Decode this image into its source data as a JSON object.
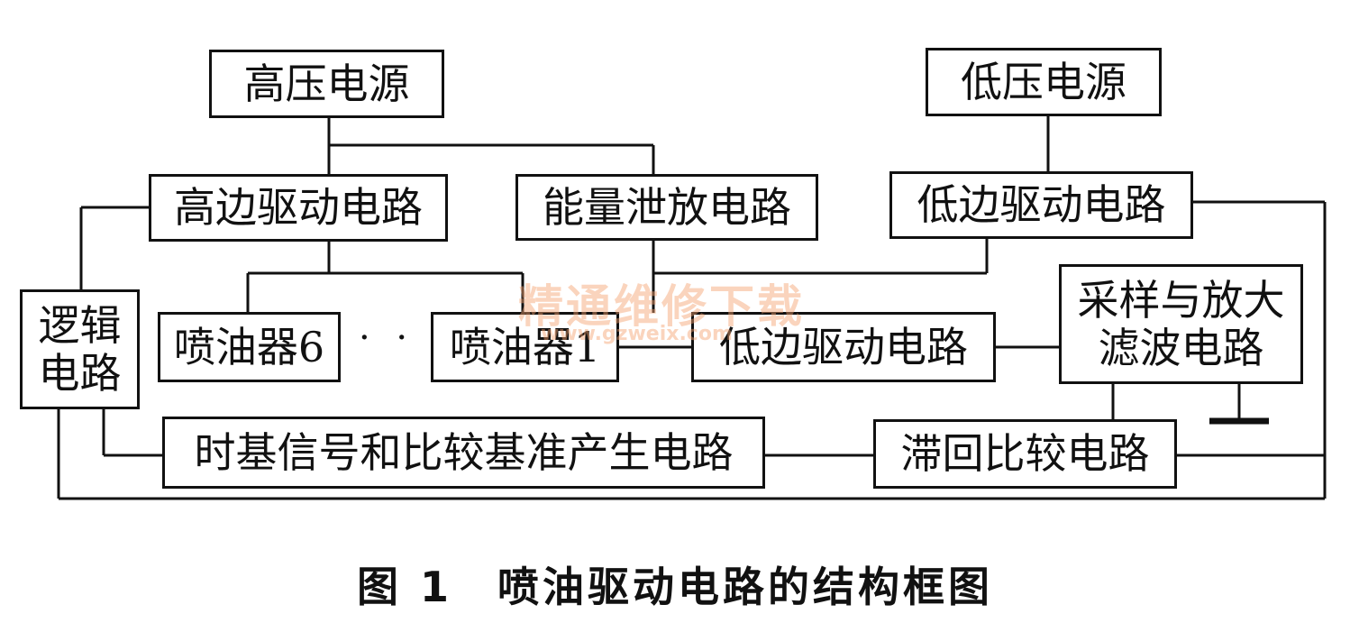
{
  "diagram": {
    "blocks": {
      "high_voltage_power": "高压电源",
      "low_voltage_power": "低压电源",
      "high_side_driver": "高边驱动电路",
      "energy_discharge": "能量泄放电路",
      "low_side_driver_top": "低边驱动电路",
      "logic_line1": "逻辑",
      "logic_line2": "电路",
      "injector_6": "喷油器6",
      "injector_1": "喷油器1",
      "low_side_driver_mid": "低边驱动电路",
      "sampling_line1": "采样与放大",
      "sampling_line2": "滤波电路",
      "timebase": "时基信号和比较基准产生电路",
      "hysteresis": "滞回比较电路"
    },
    "ellipsis": "· · ·",
    "caption": "图 1　喷油驱动电路的结构框图"
  },
  "watermark": {
    "text": "精通维修下载",
    "url": "www.gzweix.com"
  }
}
